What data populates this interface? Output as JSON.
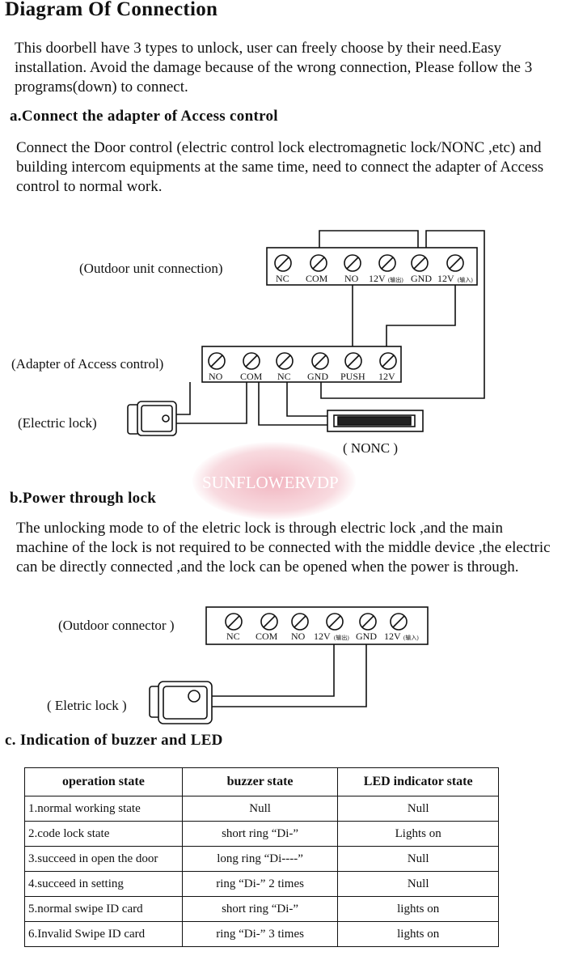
{
  "title": "Diagram Of Connection",
  "intro": "This doorbell have 3 types to unlock, user can freely choose by their need.Easy installation. Avoid the damage because of the wrong connection, Please follow the 3 programs(down) to connect.",
  "section_a": {
    "heading": "a.Connect the adapter of Access control",
    "text": "Connect the Door control (electric control lock electromagnetic lock/NONC ,etc) and building intercom equipments at the same time, need to connect the adapter of Access control to normal work.",
    "outdoor_label": "(Outdoor unit connection)",
    "outdoor_terminals": [
      "NC",
      "COM",
      "NO",
      "12V",
      "GND",
      "12V"
    ],
    "outdoor_sub_out": "(输出)",
    "outdoor_sub_in": "(输入)",
    "adapter_label": "(Adapter of Access control)",
    "adapter_terminals": [
      "NO",
      "COM",
      "NC",
      "GND",
      "PUSH",
      "12V"
    ],
    "lock_label": "(Electric lock)",
    "nonc_label": "( NONC )"
  },
  "watermark": "SUNFLOWERVDP",
  "section_b": {
    "heading": "b.Power through lock",
    "text": "The unlocking mode to of the eletric lock is through electric lock ,and the main machine of the lock is not required to be connected with the middle device ,the electric can be directly connected ,and the lock can be opened when the power is through.",
    "outdoor_label": "(Outdoor connector )",
    "outdoor_terminals": [
      "NC",
      "COM",
      "NO",
      "12V",
      "GND",
      "12V"
    ],
    "outdoor_sub_out": "(输出)",
    "outdoor_sub_in": "(输入)",
    "lock_label": "( Eletric lock )"
  },
  "section_c": {
    "heading": "c. Indication of buzzer and LED",
    "headers": [
      "operation state",
      "buzzer state",
      "LED indicator state"
    ],
    "rows": [
      [
        "1.normal working state",
        "Null",
        "Null"
      ],
      [
        "2.code lock state",
        "short ring “Di-”",
        "Lights on"
      ],
      [
        "3.succeed in open the door",
        "long ring “Di----”",
        "Null"
      ],
      [
        "4.succeed in setting",
        "ring “Di-” 2 times",
        "Null"
      ],
      [
        "5.normal swipe ID card",
        "short ring “Di-”",
        "lights on"
      ],
      [
        "6.Invalid Swipe ID card",
        "ring “Di-” 3 times",
        "lights on"
      ]
    ]
  }
}
